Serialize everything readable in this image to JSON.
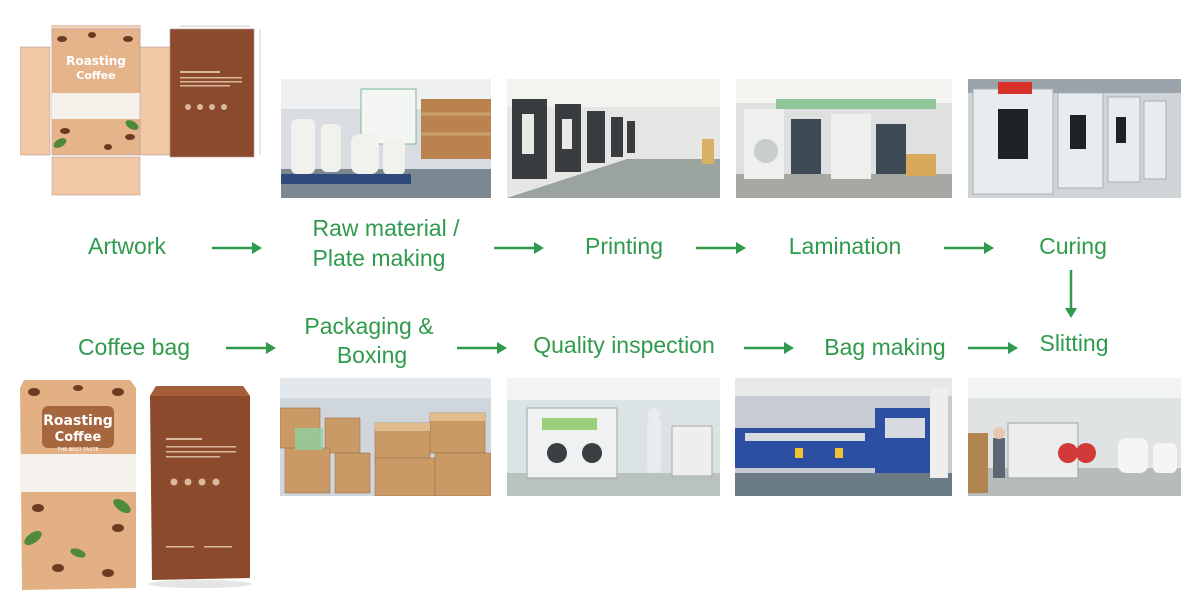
{
  "steps": {
    "artwork": "Artwork",
    "raw_material": [
      "Raw material /",
      "Plate making"
    ],
    "printing": "Printing",
    "lamination": "Lamination",
    "curing": "Curing",
    "slitting": "Slitting",
    "bag_making": "Bag making",
    "quality_inspection": "Quality inspection",
    "packaging": [
      "Packaging &",
      "Boxing"
    ],
    "coffee_bag": "Coffee bag"
  },
  "product_art": {
    "brand_line1": "Roasting",
    "brand_line2": "Coffee",
    "tagline": "THE BEST TASTE"
  },
  "colors": {
    "flow_green": "#2f9a4c",
    "kraft": "#e4b48a",
    "brown_bag": "#8c4a2c"
  },
  "images": [
    "artwork-dieline-image",
    "raw-material-warehouse-photo",
    "printing-press-photo",
    "lamination-machine-photo",
    "curing-room-photo",
    "slitting-machine-photo",
    "bag-making-machine-photo",
    "quality-inspection-photo",
    "packaging-boxes-photo",
    "coffee-bag-product-image"
  ]
}
